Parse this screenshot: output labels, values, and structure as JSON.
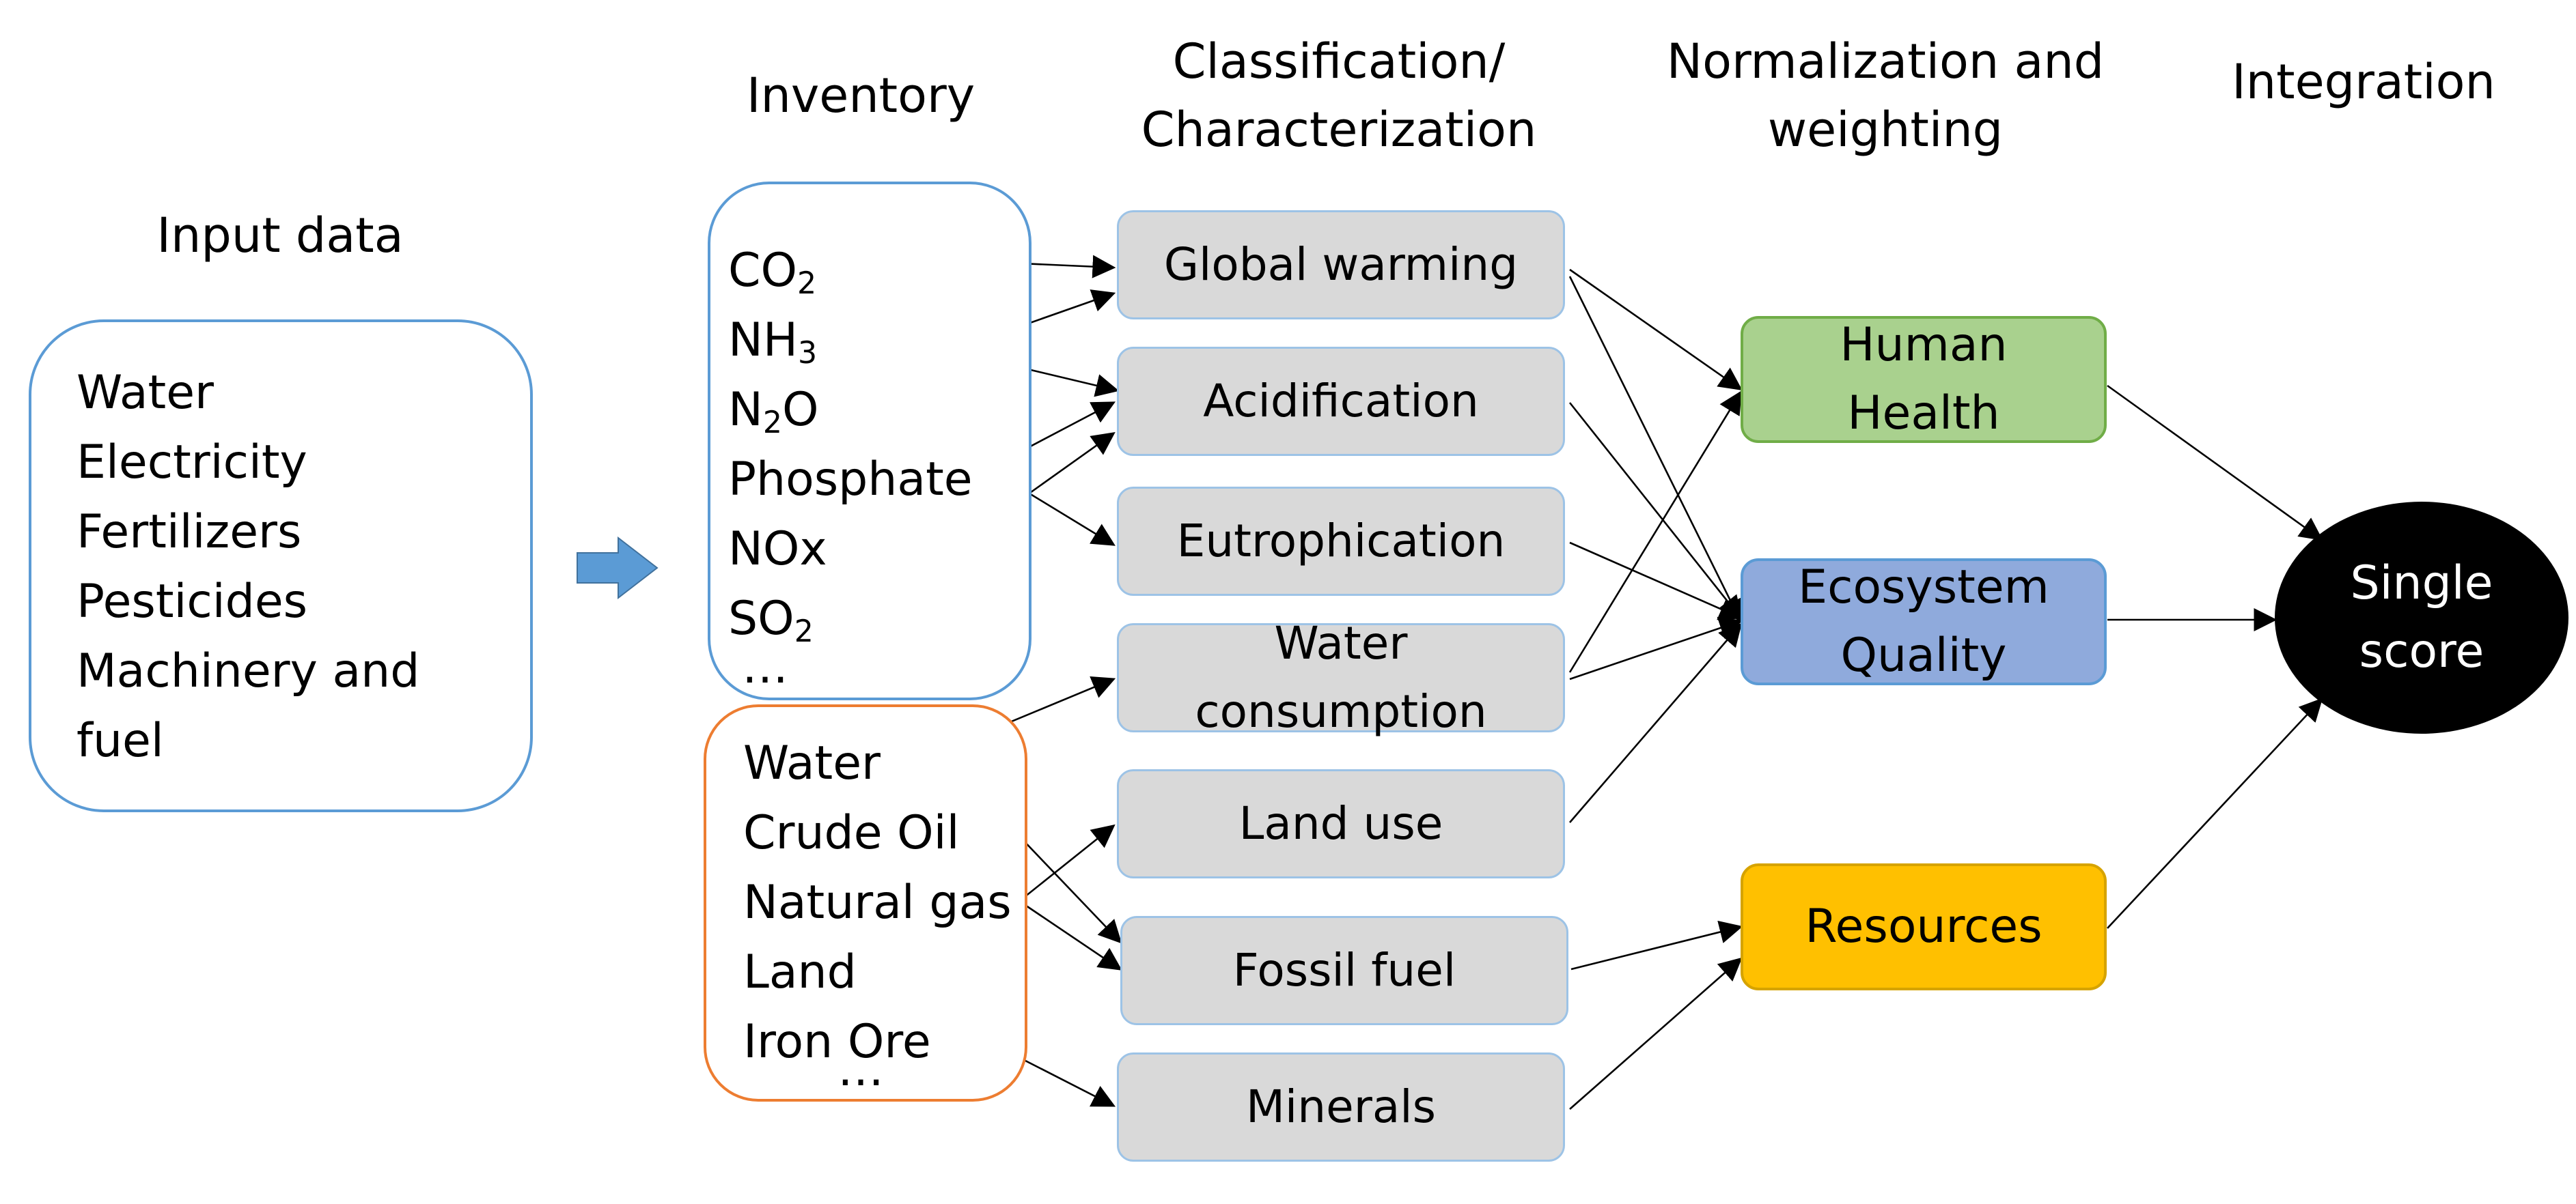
{
  "headers": {
    "input": "Input data",
    "inventory": "Inventory",
    "classification_line1": "Classification/",
    "classification_line2": "Characterization",
    "normalization_line1": "Normalization and",
    "normalization_line2": "weighting",
    "integration": "Integration"
  },
  "input_items": [
    "Water",
    "Electricity",
    "Fertilizers",
    "Pesticides",
    "Machinery and",
    "fuel"
  ],
  "emissions": [
    {
      "base": "CO",
      "sub": "2"
    },
    {
      "base": "NH",
      "sub": "3"
    },
    {
      "base": "N",
      "sub": "2",
      "rest": "O"
    },
    {
      "base": "Phosphate"
    },
    {
      "base": "NOx"
    },
    {
      "base": "SO",
      "sub": "2"
    }
  ],
  "emissions_more": "…",
  "resources": [
    "Water",
    "Crude Oil",
    "Natural gas",
    "Land",
    "Iron Ore"
  ],
  "resources_more": "…",
  "categories": [
    "Global warming",
    "Acidification",
    "Eutrophication",
    "Water consumption",
    "Land use",
    "Fossil fuel",
    "Minerals"
  ],
  "damage": {
    "human_health": "Human Health",
    "ecosystem_quality": "Ecosystem Quality",
    "resources": "Resources"
  },
  "single_score": "Single score",
  "colors": {
    "blue_frame": "#5b9bd5",
    "orange_frame": "#ed7d31",
    "category_fill": "#d9d9d9",
    "human_health": "#a9d18e",
    "ecosystem_quality": "#8faadc",
    "resources": "#ffc000",
    "single_score": "#000000",
    "arrow": "#5b9bd5"
  }
}
